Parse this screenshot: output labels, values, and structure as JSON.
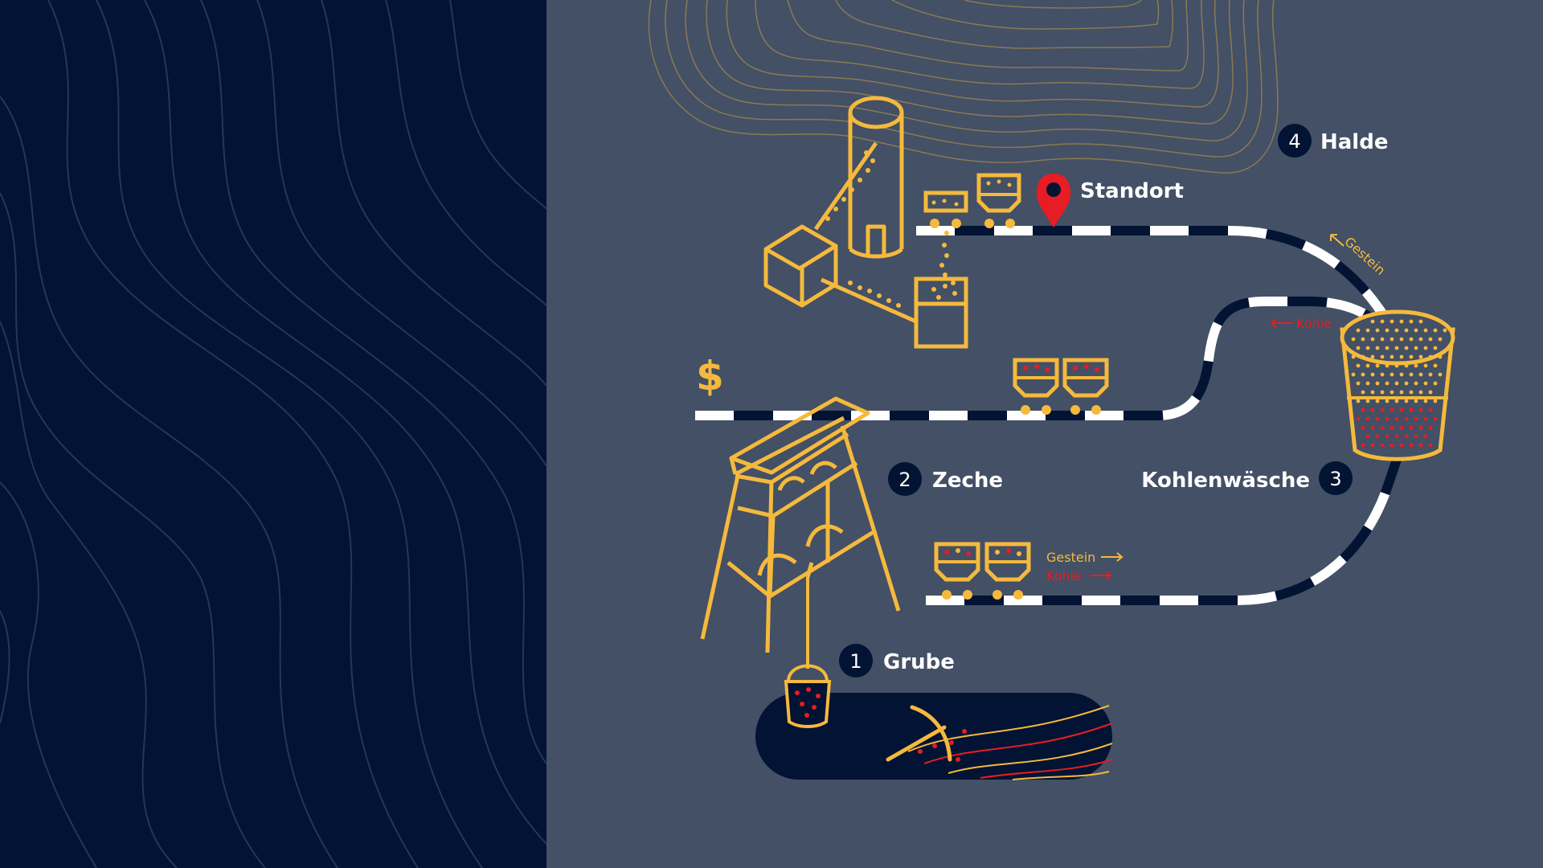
{
  "colors": {
    "left_panel": "#021333",
    "right_panel": "#435065",
    "accent": "#f5b93d",
    "coal_red": "#e81c24",
    "rail_dark": "#021333",
    "rail_light": "#ffffff"
  },
  "steps": [
    {
      "number": "1",
      "label": "Grube"
    },
    {
      "number": "2",
      "label": "Zeche"
    },
    {
      "number": "3",
      "label": "Kohlenwäsche"
    },
    {
      "number": "4",
      "label": "Halde"
    }
  ],
  "location_label": "Standort",
  "currency_symbol": "$",
  "flow_labels": {
    "gestein": "Gestein",
    "kohle": "Kohle"
  },
  "icons": [
    "pickaxe-icon",
    "location-pin-icon",
    "bucket-icon",
    "mine-cart-icon",
    "headframe-icon",
    "silo-icon",
    "washing-drum-icon"
  ]
}
